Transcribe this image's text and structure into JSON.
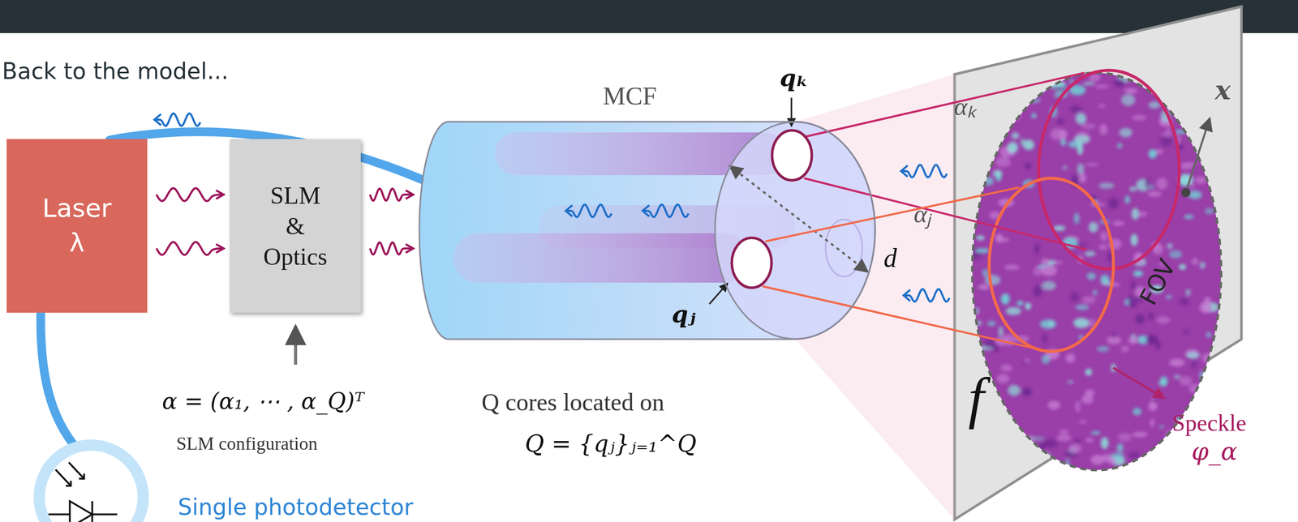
{
  "diagram": {
    "nodes": [
      {
        "text": [
          "Laser",
          "λ"
        ]
      },
      {
        "text": [
          "SLM & Optics"
        ]
      },
      {
        "text": [
          "MCF"
        ]
      },
      {
        "text": [
          "αₖ"
        ],
        "in": 2
      },
      {
        "text": [
          "αⱼ"
        ],
        "in": 2
      },
      {
        "text": [
          "Single photodetector"
        ]
      }
    ],
    "edges": [
      {
        "from": 0,
        "to": 1,
        "arrow": "to"
      },
      {
        "from": 1,
        "to": 2,
        "arrow": "to"
      }
    ],
    "labels": [
      "Back to the model...",
      "qₖ",
      "qⱼ",
      "d",
      "x",
      "FOV",
      "f",
      "Speckle",
      "φ_α",
      "α = (α₁, ⋯ , α_Q)ᵀ",
      "SLM configuration",
      "Q cores located on",
      "Q = {qⱼ}ⱼ₌₁^Q"
    ]
  }
}
